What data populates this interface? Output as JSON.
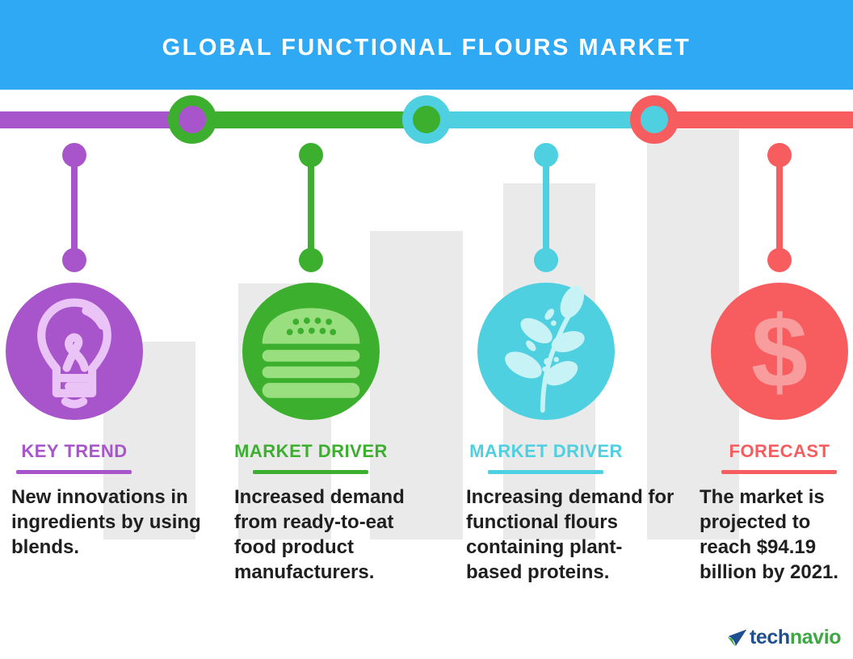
{
  "header": {
    "title": "GLOBAL FUNCTIONAL FLOURS MARKET",
    "bg_color": "#2FA9F4",
    "text_color": "#FFFFFF"
  },
  "timeline": {
    "segment_colors": [
      "#A855CB",
      "#3CAF2E",
      "#4FD0E0",
      "#F75D5F"
    ]
  },
  "background_chart": {
    "bar_color": "#EAEAEA",
    "bar_count": 5
  },
  "columns": [
    {
      "label": "KEY TREND",
      "description": "New innovations in\ningredients by using\nblends.",
      "accent_color": "#A855CB",
      "icon_color": "#EAC4F6",
      "icon": "lightbulb-icon"
    },
    {
      "label": "MARKET DRIVER",
      "description": "Increased demand\nfrom ready-to-eat\nfood product\nmanufacturers.",
      "accent_color": "#3CAF2E",
      "icon_color": "#9ADF7F",
      "icon": "burger-icon"
    },
    {
      "label": "MARKET DRIVER",
      "description": "Increasing demand for\nfunctional flours\ncontaining plant-\nbased proteins.",
      "accent_color": "#4FD0E0",
      "icon_color": "#C8F3F6",
      "icon": "plant-icon"
    },
    {
      "label": "FORECAST",
      "description": "The market is\nprojected to\nreach $94.19\nbillion by 2021.",
      "accent_color": "#F75D5F",
      "icon_color": "#F99C9D",
      "icon": "dollar-icon"
    }
  ],
  "footer": {
    "brand_prefix": "tech",
    "brand_suffix": "navio",
    "prefix_color": "#1D4F91",
    "suffix_color": "#3FA744"
  }
}
